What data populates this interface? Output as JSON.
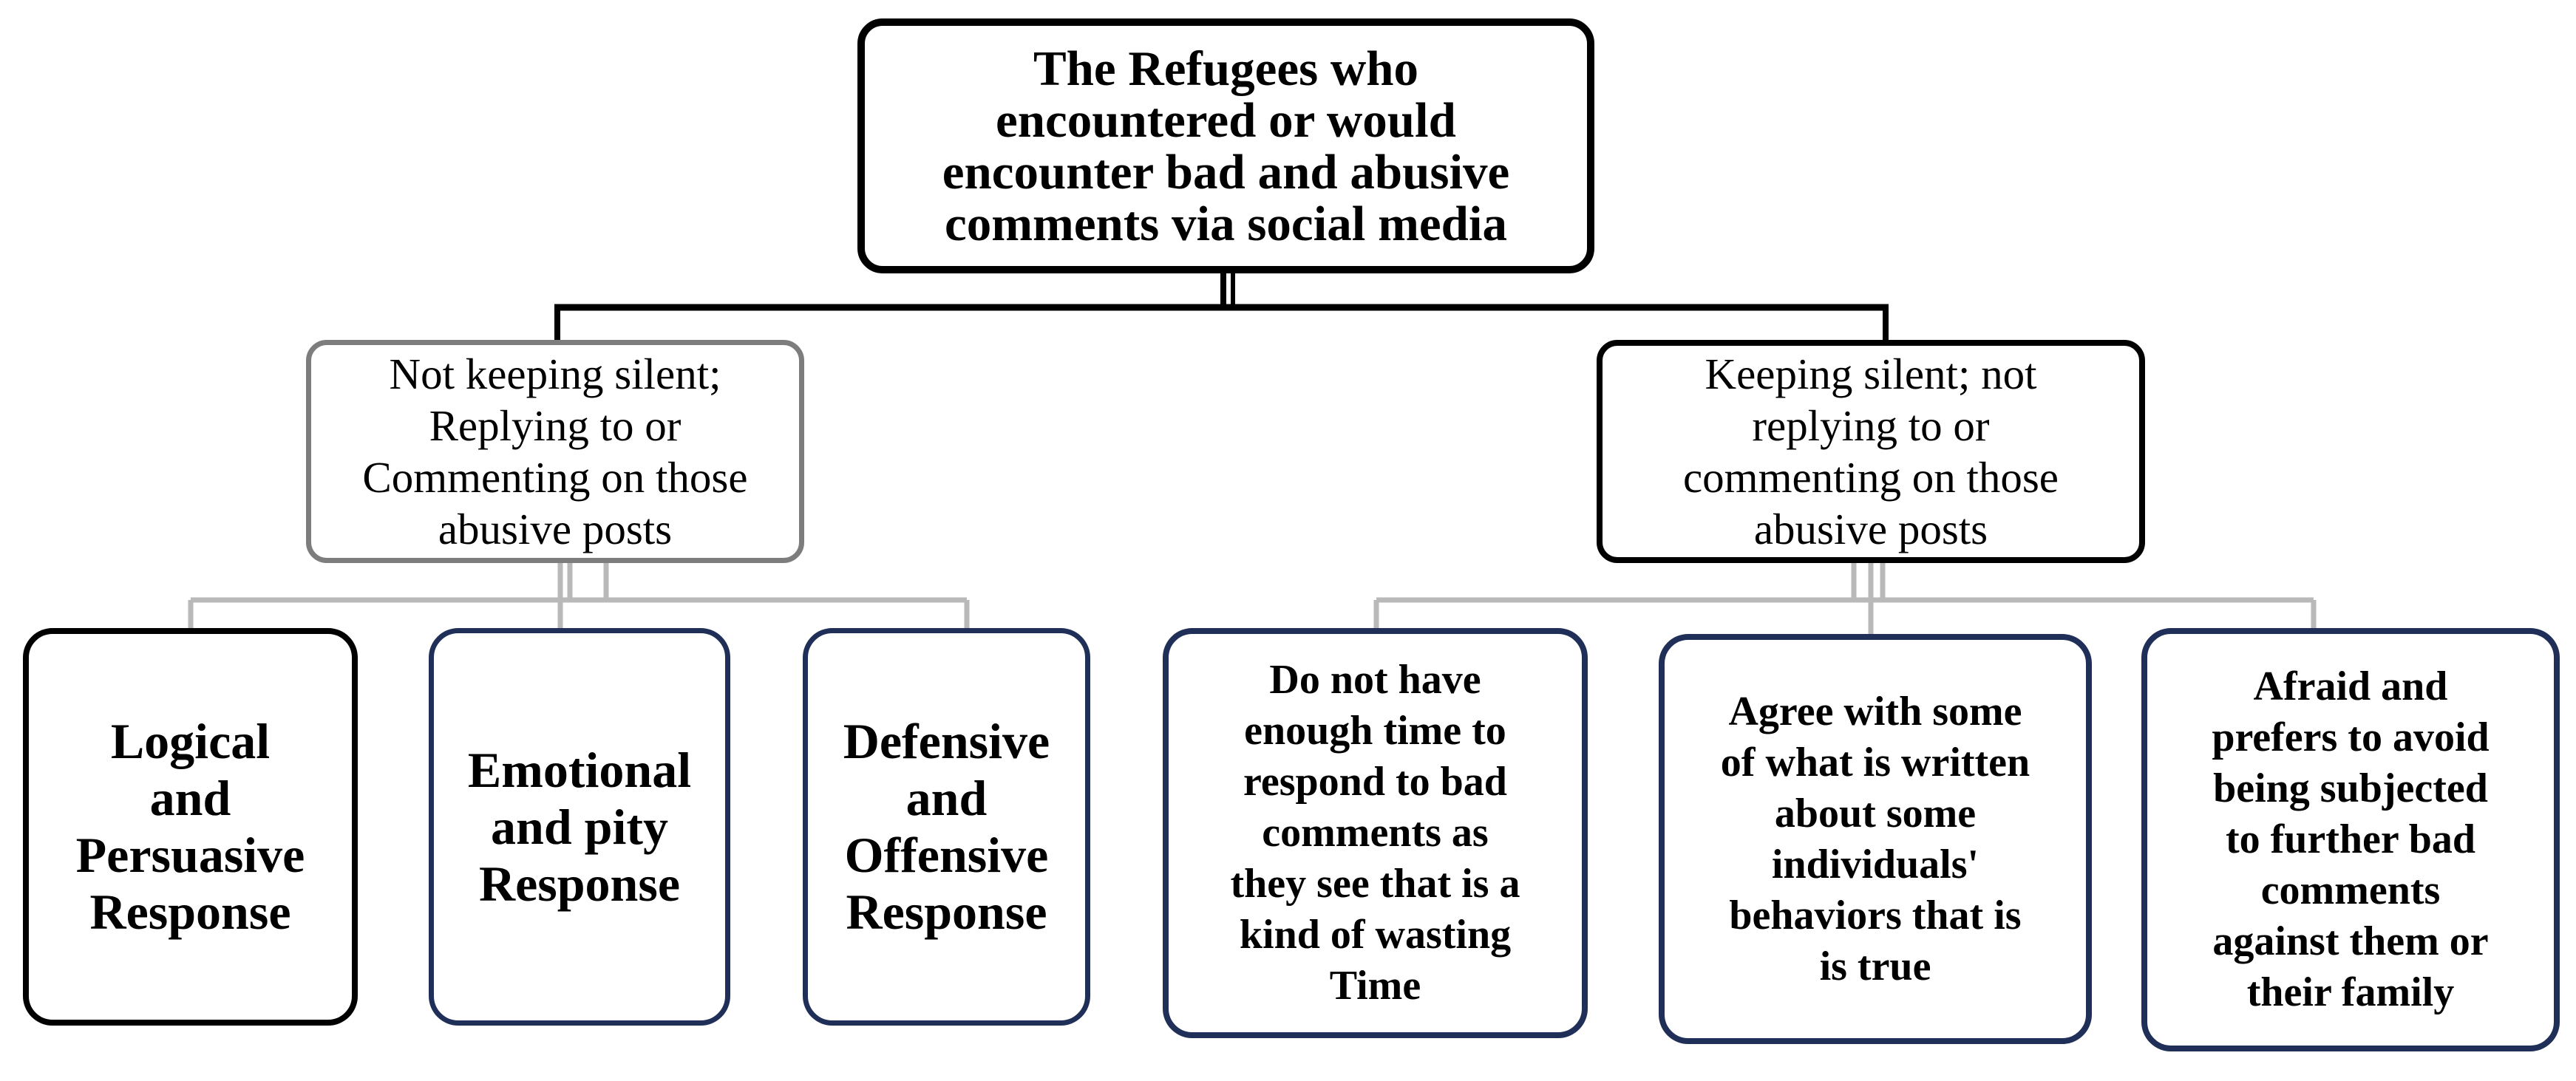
{
  "diagram": {
    "root": {
      "text": "The Refugees who\nencountered or would\nencounter bad and abusive\ncomments via social media"
    },
    "branches": [
      {
        "text": "Not keeping silent;\nReplying to or\nCommenting on those\nabusive posts",
        "children": [
          {
            "text": "Logical\nand\nPersuasive\nResponse"
          },
          {
            "text": "Emotional\nand pity\nResponse"
          },
          {
            "text": "Defensive\nand\nOffensive\nResponse"
          }
        ]
      },
      {
        "text": "Keeping silent; not\nreplying to or\ncommenting on those\nabusive posts",
        "children": [
          {
            "text": "Do not have\nenough time to\nrespond to bad\ncomments as\nthey see that is a\nkind of wasting\nTime"
          },
          {
            "text": "Agree with some\nof what is written\nabout some\nindividuals'\nbehaviors that is\nis true"
          },
          {
            "text": "Afraid and\nprefers to avoid\nbeing subjected\nto further bad\ncomments\nagainst them or\ntheir family"
          }
        ]
      }
    ],
    "colors": {
      "root_border": "#000000",
      "left_branch_border": "#7d7d7d",
      "right_branch_border": "#000000",
      "leaf_border_dark": "#000000",
      "leaf_border_navy": "#1f2f57",
      "connector_root": "#000000",
      "connector_branch": "#b9b9b9"
    }
  }
}
